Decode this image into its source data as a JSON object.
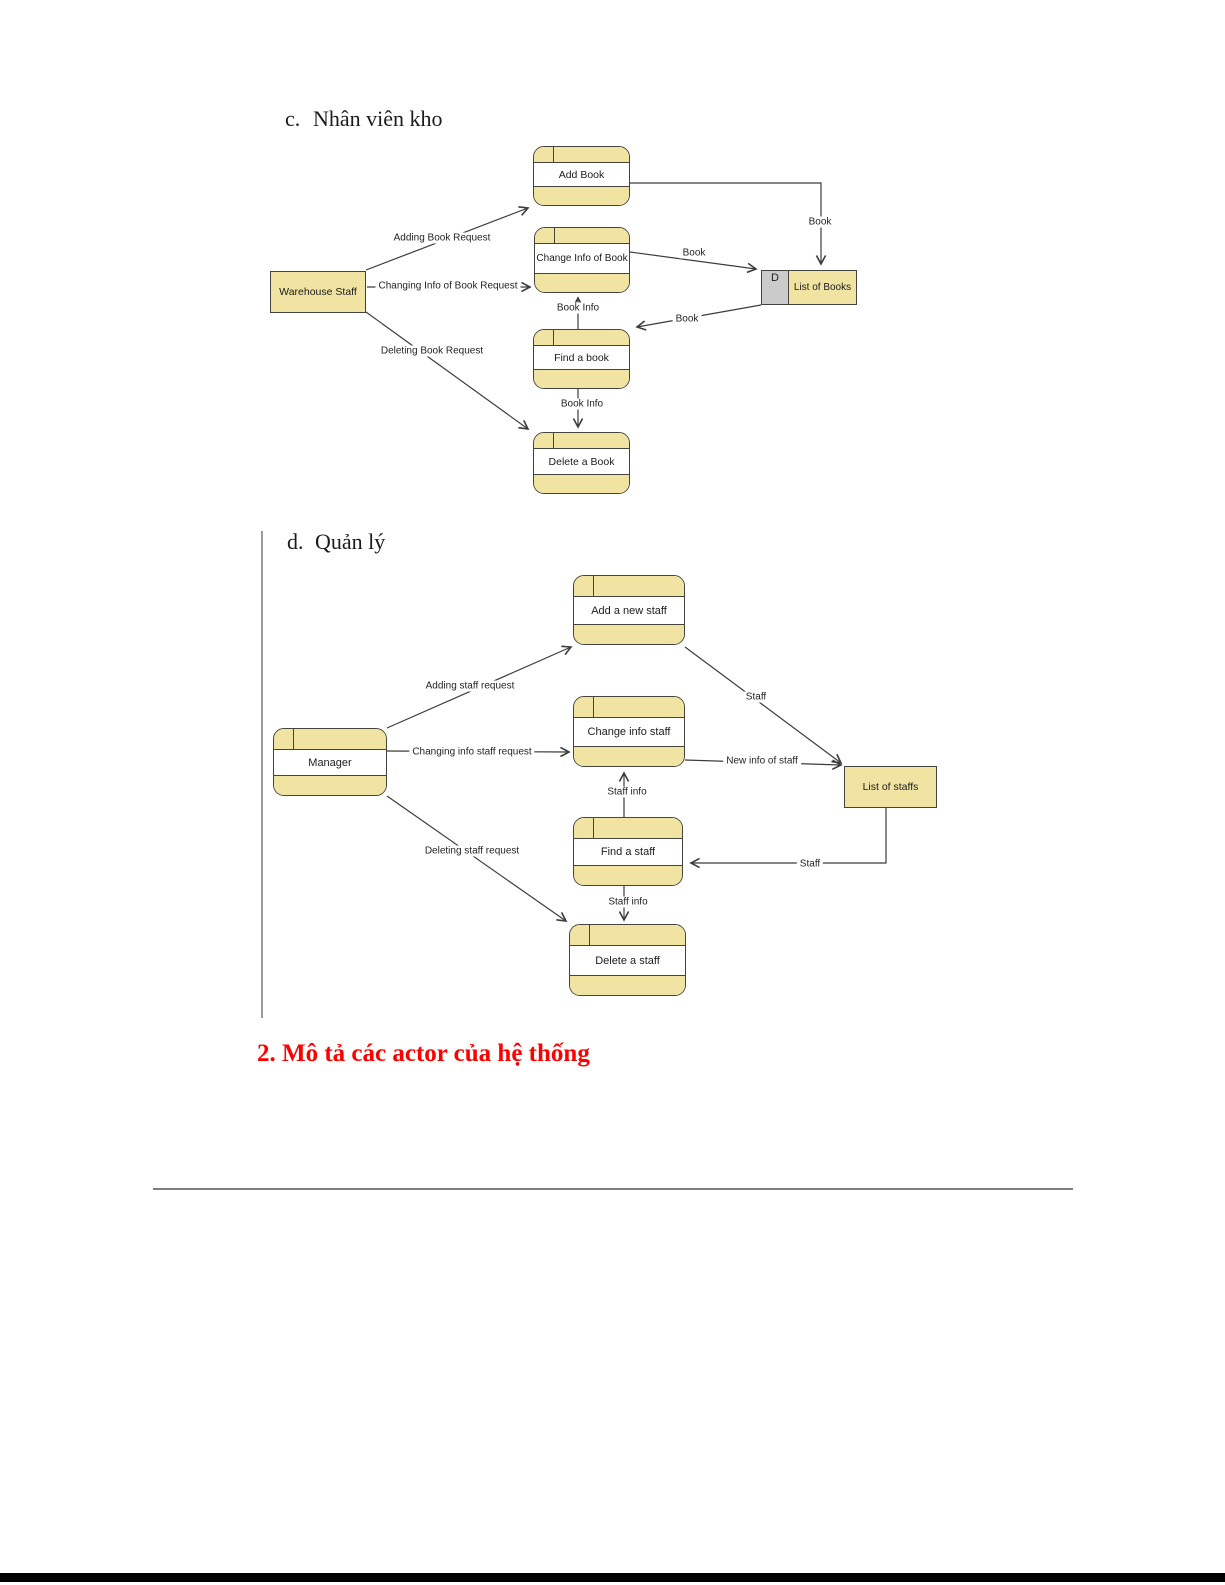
{
  "colors": {
    "node_fill": "#f1e3a1",
    "node_border": "#45443c",
    "line": "#3c3c3c",
    "store_d_cell": "#cbcbcb",
    "heading_red": "#ff0000"
  },
  "headings": {
    "section_c_marker": "c.",
    "section_c_text": "Nhân viên kho",
    "section_d_marker": "d.",
    "section_d_text": "Quản lý",
    "section2_title": "2. Mô tả các actor của hệ thống"
  },
  "diagram_c": {
    "nodes": {
      "add_book": "Add Book",
      "change_info_of_book": "Change Info of Book",
      "find_a_book": "Find a book",
      "delete_a_book": "Delete a Book",
      "warehouse_staff": "Warehouse Staff",
      "store_prefix": "D",
      "list_of_books": "List of Books"
    },
    "labels": {
      "adding_book_request": "Adding Book Request",
      "changing_info_of_book_request": "Changing Info of Book Request",
      "deleting_book_request": "Deleting Book Request",
      "book_from_add": "Book",
      "book_from_change": "Book",
      "book_to_find": "Book",
      "book_info_up": "Book Info",
      "book_info_down": "Book Info"
    }
  },
  "diagram_d": {
    "nodes": {
      "add_a_new_staff": "Add a new staff",
      "change_info_staff": "Change info staff",
      "find_a_staff": "Find a staff",
      "delete_a_staff": "Delete a staff",
      "manager": "Manager",
      "list_of_staffs": "List of staffs"
    },
    "labels": {
      "adding_staff_request": "Adding staff request",
      "changing_info_staff_request": "Changing info staff request",
      "deleting_staff_request": "Deleting staff request",
      "staff_to_store": "Staff",
      "new_info_of_staff": "New info of staff",
      "staff_to_find": "Staff",
      "staff_info_up": "Staff info",
      "staff_info_down": "Staff info"
    }
  }
}
